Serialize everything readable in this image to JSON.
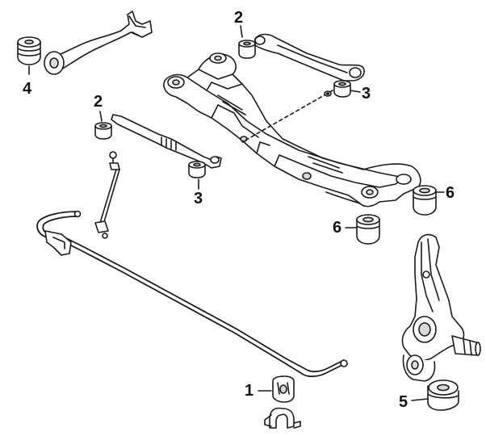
{
  "diagram": {
    "callouts": [
      {
        "id": "c1",
        "text": "1"
      },
      {
        "id": "c2a",
        "text": "2"
      },
      {
        "id": "c2b",
        "text": "2"
      },
      {
        "id": "c3a",
        "text": "3"
      },
      {
        "id": "c3b",
        "text": "3"
      },
      {
        "id": "c4",
        "text": "4"
      },
      {
        "id": "c5",
        "text": "5"
      },
      {
        "id": "c6a",
        "text": "6"
      },
      {
        "id": "c6b",
        "text": "6"
      }
    ],
    "colors": {
      "line": "#1a1a1a",
      "fill": "#ffffff",
      "shade": "#d9d9d9"
    }
  }
}
